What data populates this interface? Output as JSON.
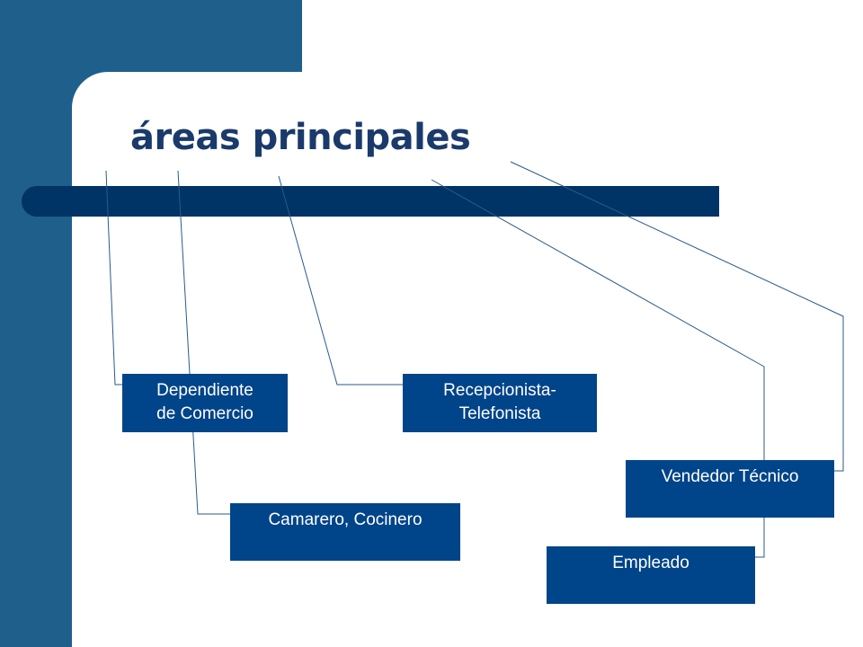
{
  "slide": {
    "title": "áreas principales",
    "colors": {
      "sidebar": "#1f5f8b",
      "title": "#1a3a6b",
      "bar": "#003366",
      "box": "#004489",
      "box_text": "#ffffff",
      "line": "#2a5a8c"
    }
  },
  "nodes": [
    {
      "id": "dependiente",
      "line1": "Dependiente",
      "line2": "de Comercio"
    },
    {
      "id": "recepcionista",
      "line1": "Recepcionista-",
      "line2": "Telefonista"
    },
    {
      "id": "vendedor",
      "line1": "Vendedor Técnico",
      "line2": ""
    },
    {
      "id": "camarero",
      "line1": "Camarero, Cocinero",
      "line2": ""
    },
    {
      "id": "empleado",
      "line1": "Empleado",
      "line2": ""
    }
  ]
}
